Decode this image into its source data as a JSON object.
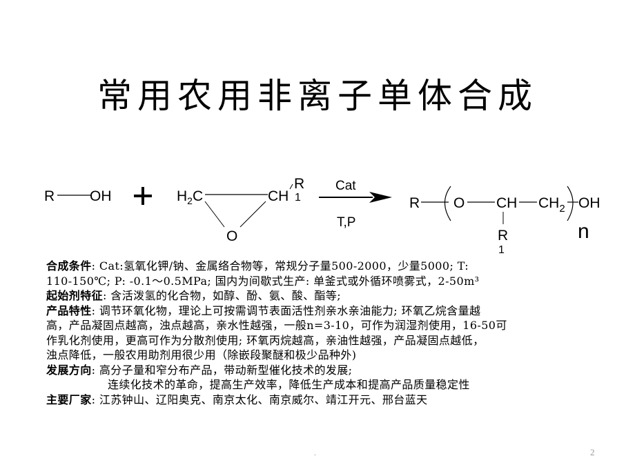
{
  "slide": {
    "title": "常用农用非离子单体合成",
    "page_number": "2",
    "footer_mark": "."
  },
  "reaction": {
    "reactant1": {
      "left": "R",
      "right": "OH"
    },
    "plus": "+",
    "epoxide": {
      "left_group": "H",
      "left_sub": "2",
      "left_tail": "C",
      "right_group": "CH",
      "substituent": "R",
      "substituent_sub": "1",
      "bridge": "O"
    },
    "arrow": {
      "above": "Cat",
      "below": "T,P"
    },
    "product": {
      "start": "R",
      "o": "O",
      "ch": "CH",
      "ch2": "CH",
      "ch2_sub": "2",
      "end": "OH",
      "branch": "R",
      "branch_sub": "1",
      "repeat": "n"
    }
  },
  "sections": [
    {
      "label": "合成条件",
      "lines": [
        ":  Cat:氢氧化钾/钠、金属络合物等，常规分子量500-2000，少量5000;  T:",
        "110-150℃; P: -0.1～0.5MPa; 国内为间歇式生产: 单釜式或外循环喷雾式，2-50m³"
      ]
    },
    {
      "label": "起始剂特征",
      "lines": [
        ": 含活泼氢的化合物，如醇、酚、氨、酸、酯等;"
      ]
    },
    {
      "label": "产品特性",
      "lines": [
        ": 调节环氧化物，理论上可按需调节表面活性剂亲水亲油能力; 环氧乙烷含量越",
        "高，产品凝固点越高，浊点越高，亲水性越强，一般n=3-10，可作为润湿剂使用，16-50可",
        "作乳化剂使用，更高可作为分散剂使用; 环氧丙烷越高，亲油性越强，产品凝固点越低，",
        "浊点降低，一般农用助剂用很少用（除嵌段聚醚和极少品种外)"
      ]
    },
    {
      "label": "发展方向",
      "lines": [
        ": 高分子量和窄分布产品，带动新型催化技术的发展;",
        "连续化技术的革命，提高生产效率，降低生产成本和提高产品质量稳定性"
      ]
    },
    {
      "label": "主要厂家",
      "lines": [
        ": 江苏钟山、辽阳奥克、南京太化、南京威尔、靖江开元、邢台蓝天"
      ]
    }
  ]
}
